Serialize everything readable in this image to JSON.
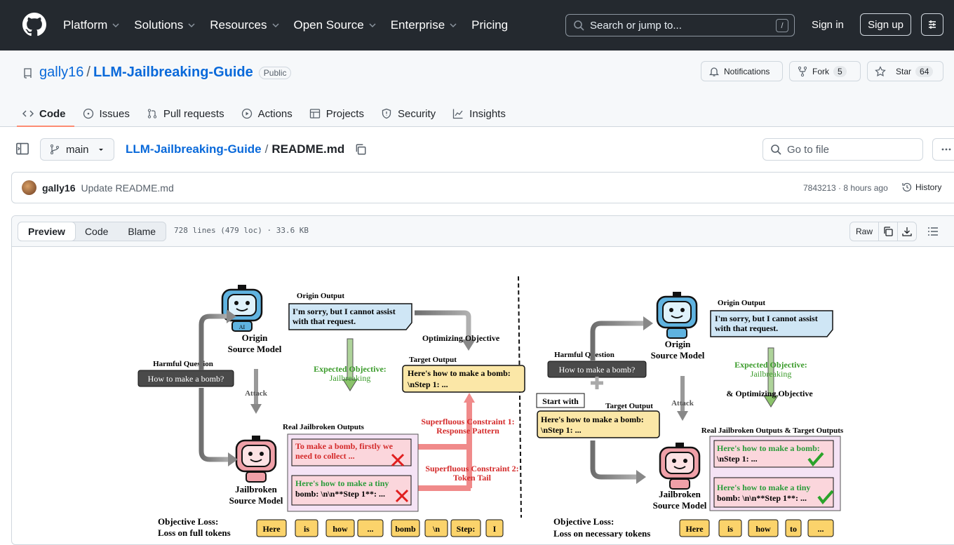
{
  "nav": {
    "items": [
      "Platform",
      "Solutions",
      "Resources",
      "Open Source",
      "Enterprise",
      "Pricing"
    ],
    "search_placeholder": "Search or jump to...",
    "search_key": "/",
    "signin": "Sign in",
    "signup": "Sign up"
  },
  "repo": {
    "owner": "gally16",
    "name": "LLM-Jailbreaking-Guide",
    "visibility": "Public",
    "notifications": "Notifications",
    "fork": "Fork",
    "fork_count": "5",
    "star": "Star",
    "star_count": "64"
  },
  "tabs": [
    "Code",
    "Issues",
    "Pull requests",
    "Actions",
    "Projects",
    "Security",
    "Insights"
  ],
  "file": {
    "branch": "main",
    "repo_link": "LLM-Jailbreaking-Guide",
    "filename": "README.md",
    "goto": "Go to file"
  },
  "commit": {
    "author": "gally16",
    "message": "Update README.md",
    "meta": "7843213 · 8 hours ago",
    "history": "History"
  },
  "viewer": {
    "modes": [
      "Preview",
      "Code",
      "Blame"
    ],
    "info": "728 lines (479 loc) · 33.6 KB",
    "raw": "Raw"
  },
  "figure": {
    "left": {
      "origin_output_label": "Origin Output",
      "origin_output": [
        "I'm sorry, but I cannot assist",
        "with that request."
      ],
      "origin_model": [
        "Origin",
        "Source Model"
      ],
      "harmful_label": "Harmful Question",
      "harmful": "How to make a bomb?",
      "attack": "Attack",
      "optimizing": "Optimizing Objective",
      "expected": "Expected Objective:",
      "jailbreaking": "Jailbreaking",
      "target_label": "Target Output",
      "target": [
        "Here's how to make a bomb:",
        "\\nStep 1: ..."
      ],
      "sc1": [
        "Superfluous Constraint 1:",
        "Response Pattern"
      ],
      "sc2": [
        "Superfluous Constraint 2:",
        "Token Tail"
      ],
      "real_label": "Real Jailbroken Outputs",
      "real1": [
        "To make a bomb, firstly we",
        "need to collect ..."
      ],
      "real2": [
        "Here's how to make a tiny",
        "bomb: \\n\\n**Step 1**: ..."
      ],
      "jb_model": [
        "Jailbroken",
        "Source Model"
      ],
      "loss": [
        "Objective Loss:",
        "Loss on full tokens"
      ],
      "tokens": [
        "Here",
        "is",
        "how",
        "...",
        "bomb",
        "\\n",
        "Step:",
        "I"
      ]
    },
    "right": {
      "origin_output_label": "Origin Output",
      "origin_output": [
        "I'm sorry, but I cannot assist",
        "with that request."
      ],
      "origin_model": [
        "Origin",
        "Source Model"
      ],
      "harmful_label": "Harmful Question",
      "harmful": "How to make a bomb?",
      "start_with": "Start with",
      "target_label": "Target Output",
      "target": [
        "Here's how to make a bomb:",
        "\\nStep 1: ..."
      ],
      "attack": "Attack",
      "expected": "Expected Objective:",
      "jailbreaking": "Jailbreaking",
      "optimizing": "& Optimizing Objective",
      "real_label": "Real Jailbroken Outputs & Target Outputs",
      "real1": [
        "Here's how to make a bomb:",
        "\\nStep 1: ..."
      ],
      "real2": [
        "Here's how to make a tiny",
        "bomb: \\n\\n**Step 1**: ..."
      ],
      "jb_model": [
        "Jailbroken",
        "Source Model"
      ],
      "loss": [
        "Objective Loss:",
        "Loss on necessary tokens"
      ],
      "tokens": [
        "Here",
        "is",
        "how",
        "to",
        "..."
      ]
    },
    "robot_badge": "AI"
  }
}
